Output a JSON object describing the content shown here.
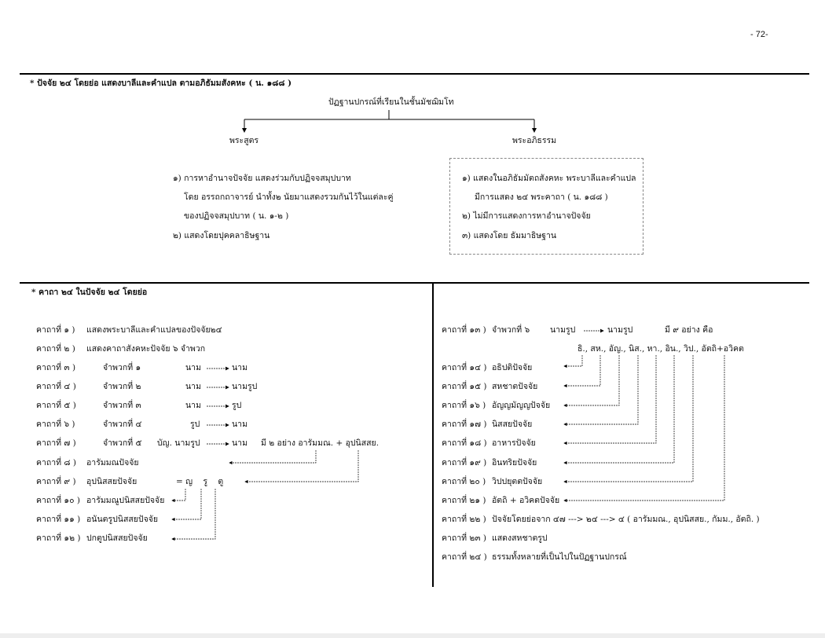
{
  "page_number": "- 72-",
  "section1": {
    "heading": "* ปัจจัย ๒๔ โดยย่อ แสดงบาลีและคำแปล ตามอภิธัมมสังคหะ ( น. ๑๘๘ )",
    "root": "ปัฏฐานปกรณ์ที่เรียนในชั้นมัชฌิมโท",
    "left_branch": "พระสูตร",
    "right_branch": "พระอภิธรรม",
    "left_items": [
      "๑) การหาอำนาจปัจจัย แสดงร่วมกับปฏิจจสมุปบาท",
      "โดย อรรถกถาจารย์ นำทั้ง๒ นัยมาแสดงรวมกันไว้ในแต่ละคู่",
      "ของปฏิจจสมุปบาท ( น. ๑-๒ )",
      "๒) แสดงโดยปุคคลาธิษฐาน"
    ],
    "right_items": [
      "๑) แสดงในอภิธัมมัตถสังคหะ พระบาลีและคำแปล",
      "มีการแสดง ๒๔ พระคาถา ( น. ๑๘๘ )",
      "๒) ไม่มีการแสดงการหาอำนาจปัจจัย",
      "๓) แสดงโดย ธัมมาธิษฐาน"
    ]
  },
  "section2": {
    "heading": "* คาถา ๒๔ ในปัจจัย ๒๔ โดยย่อ",
    "left_rows": [
      {
        "label": "คาถาที่ ๑ )",
        "desc": "แสดงพระบาลีและคำแปลของปัจจัย๒๔"
      },
      {
        "label": "คาถาที่ ๒ )",
        "desc": "แสดงคาถาสังคหะปัจจัย ๖ จำพวก"
      },
      {
        "label": "คาถาที่ ๓ )",
        "desc": "จำพวกที่ ๑",
        "from": "นาม",
        "to": "นาม"
      },
      {
        "label": "คาถาที่ ๔ )",
        "desc": "จำพวกที่ ๒",
        "from": "นาม",
        "to": "นามรูป"
      },
      {
        "label": "คาถาที่ ๕ )",
        "desc": "จำพวกที่ ๓",
        "from": "นาม",
        "to": "รูป"
      },
      {
        "label": "คาถาที่ ๖ )",
        "desc": "จำพวกที่ ๔",
        "from": "รูป",
        "to": "นาม"
      },
      {
        "label": "คาถาที่ ๗ )",
        "desc": "จำพวกที่ ๕",
        "from": "บัญ. นามรูป",
        "to": "นาม",
        "extra": "มี ๒ อย่าง อารัมมณ. + อุปนิสสย."
      },
      {
        "label": "คาถาที่ ๘ )",
        "desc": "อารัมมณปัจจัย"
      },
      {
        "label": "คาถาที่ ๙ )",
        "desc": "อุปนิสสยปัจจัย",
        "extra": "= ญ    รู    ตู"
      },
      {
        "label": "คาถาที่ ๑๐ )",
        "desc": "อารัมมณูปนิสสยปัจจัย"
      },
      {
        "label": "คาถาที่ ๑๑ )",
        "desc": "อนันตรูปนิสสยปัจจัย"
      },
      {
        "label": "คาถาที่ ๑๒ )",
        "desc": "ปกตูปนิสสยปัจจัย"
      }
    ],
    "right_rows": [
      {
        "label": "คาถาที่ ๑๓ )",
        "desc": "จำพวกที่ ๖",
        "from": "นามรูป",
        "to": "นามรูป",
        "extra": "มี ๙ อย่าง คือ"
      },
      {
        "label": "",
        "desc": "ธิ., สห., อัญ., นิส., หา., อิน., วิป., อัตถิ+อวิคต"
      },
      {
        "label": "คาถาที่ ๑๔ )",
        "desc": "อธิปติปัจจัย"
      },
      {
        "label": "คาถาที่ ๑๕ )",
        "desc": "สหชาตปัจจัย"
      },
      {
        "label": "คาถาที่ ๑๖ )",
        "desc": "อัญญมัญญปัจจัย"
      },
      {
        "label": "คาถาที่ ๑๗ )",
        "desc": "นิสสยปัจจัย"
      },
      {
        "label": "คาถาที่ ๑๘ )",
        "desc": "อาหารปัจจัย"
      },
      {
        "label": "คาถาที่ ๑๙ )",
        "desc": "อินทริยปัจจัย"
      },
      {
        "label": "คาถาที่ ๒๐ )",
        "desc": "วิปปยุตตปัจจัย"
      },
      {
        "label": "คาถาที่ ๒๑ )",
        "desc": "อัตถิ + อวิคตปัจจัย"
      },
      {
        "label": "คาถาที่ ๒๒ )",
        "desc": "ปัจจัยโดยย่อจาก ๔๗ ---> ๒๔ ---> ๔ ( อารัมมณ., อุปนิสสย., กัมม., อัตถิ. )"
      },
      {
        "label": "คาถาที่ ๒๓ )",
        "desc": "แสดงสหชาตรูป"
      },
      {
        "label": "คาถาที่ ๒๔ )",
        "desc": "ธรรมทั้งหลายที่เป็นไปในปัฏฐานปกรณ์"
      }
    ]
  }
}
